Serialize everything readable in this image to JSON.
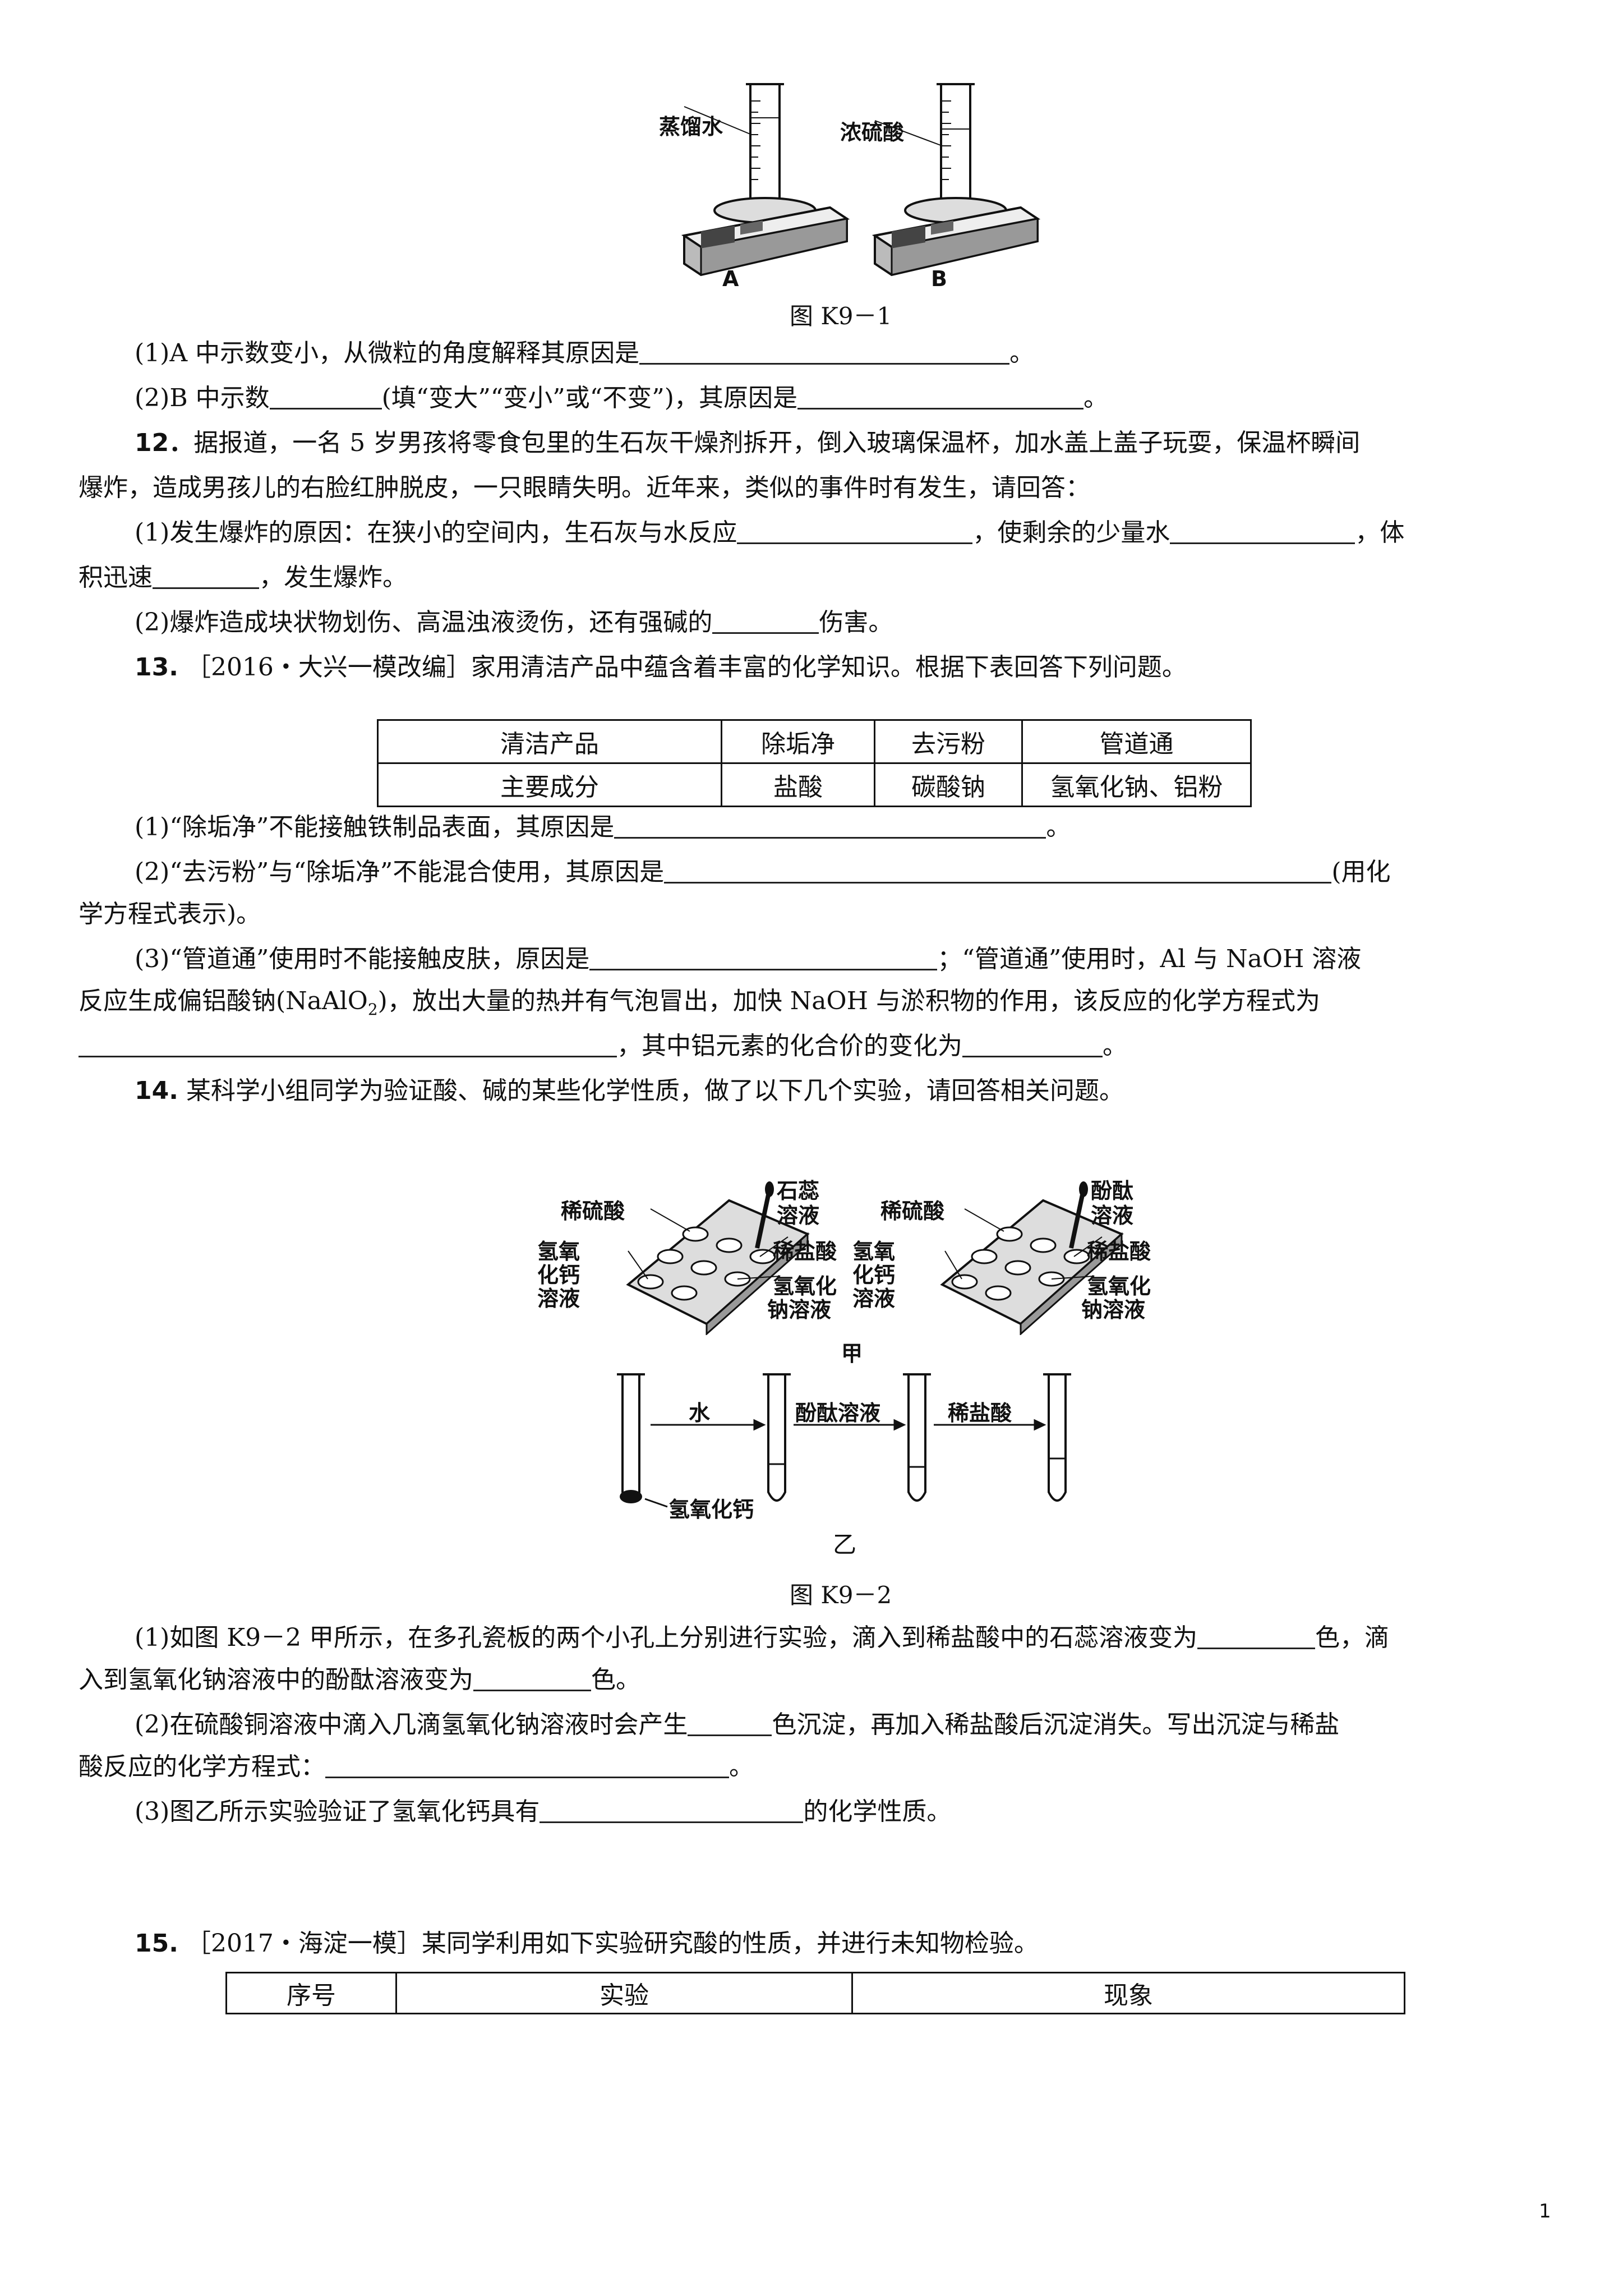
{
  "fig1": {
    "label_a": "蒸馏水",
    "label_b": "浓硫酸",
    "tag_a": "A",
    "tag_b": "B",
    "caption": "图 K9－1"
  },
  "q11": {
    "p1": "(1)A 中示数变小，从微粒的角度解释其原因是",
    "p1_end": "。",
    "p2a": "(2)B 中示数",
    "p2b": "(填“变大”“变小”或“不变”)，其原因是",
    "p2_end": "。"
  },
  "q12": {
    "num": "12．",
    "line1": "据报道，一名 5 岁男孩将零食包里的生石灰干燥剂拆开，倒入玻璃保温杯，加水盖上盖子玩耍，保温杯瞬间",
    "line2": "爆炸，造成男孩儿的右脸红肿脱皮，一只眼睛失明。近年来，类似的事件时有发生，请回答：",
    "p1a": "(1)发生爆炸的原因：在狭小的空间内，生石灰与水反应",
    "p1b": "，使剩余的少量水",
    "p1c": "，体",
    "p1d": "积迅速",
    "p1e": "，发生爆炸。",
    "p2a": "(2)爆炸造成块状物划伤、高温浊液烫伤，还有强碱的",
    "p2b": "伤害。"
  },
  "q13": {
    "num": "13.",
    "intro": "［2016・大兴一模改编］家用清洁产品中蕴含着丰富的化学知识。根据下表回答下列问题。",
    "table": {
      "row1": [
        "清洁产品",
        "除垢净",
        "去污粉",
        "管道通"
      ],
      "row2": [
        "主要成分",
        "盐酸",
        "碳酸钠",
        "氢氧化钠、铝粉"
      ]
    },
    "p1a": "(1)“除垢净”不能接触铁制品表面，其原因是",
    "p1b": "。",
    "p2a": "(2)“去污粉”与“除垢净”不能混合使用，其原因是",
    "p2b": "(用化",
    "p2c": "学方程式表示)。",
    "p3a": "(3)“管道通”使用时不能接触皮肤，原因是",
    "p3b": "；“管道通”使用时，Al 与 NaOH 溶液",
    "p3c": "反应生成偏铝酸钠(NaAlO",
    "p3c_sub": "2",
    "p3d": ")，放出大量的热并有气泡冒出，加快 NaOH 与淤积物的作用，该反应的化学方程式为",
    "p3e": "，其中铝元素的化合价的变化为",
    "p3f": "。"
  },
  "q14": {
    "num": "14.",
    "intro": "某科学小组同学为验证酸、碱的某些化学性质，做了以下几个实验，请回答相关问题。",
    "fig": {
      "left_top": "稀硫酸",
      "left_side_1": "氢氧",
      "left_side_2": "化钙",
      "left_side_3": "溶液",
      "left_drop_1": "石蕊",
      "left_drop_2": "溶液",
      "left_right_1": "稀盐酸",
      "left_right_2": "氢氧化",
      "left_right_3": "钠溶液",
      "right_top": "稀硫酸",
      "right_side_1": "氢氧",
      "right_side_2": "化钙",
      "right_side_3": "溶液",
      "right_drop_1": "酚酞",
      "right_drop_2": "溶液",
      "right_right_1": "稀盐酸",
      "right_right_2": "氢氧化",
      "right_right_3": "钠溶液",
      "tag_jia": "甲",
      "arrow1": "水",
      "arrow2": "酚酞溶液",
      "arrow3": "稀盐酸",
      "solid": "氢氧化钙",
      "tag_yi": "乙",
      "caption": "图 K9－2"
    },
    "p1a": "(1)如图 K9－2 甲所示，在多孔瓷板的两个小孔上分别进行实验，滴入到稀盐酸中的石蕊溶液变为",
    "p1b": "色，滴",
    "p1c": "入到氢氧化钠溶液中的酚酞溶液变为",
    "p1d": "色。",
    "p2a": "(2)在硫酸铜溶液中滴入几滴氢氧化钠溶液时会产生",
    "p2b": "色沉淀，再加入稀盐酸后沉淀消失。写出沉淀与稀盐",
    "p2c": "酸反应的化学方程式：",
    "p2d": "。",
    "p3a": "(3)图乙所示实验验证了氢氧化钙具有",
    "p3b": "的化学性质。"
  },
  "q15": {
    "num": "15.",
    "intro": "［2017・海淀一模］某同学利用如下实验研究酸的性质，并进行未知物检验。",
    "headers": [
      "序号",
      "实验",
      "现象"
    ]
  },
  "page_number": "1"
}
